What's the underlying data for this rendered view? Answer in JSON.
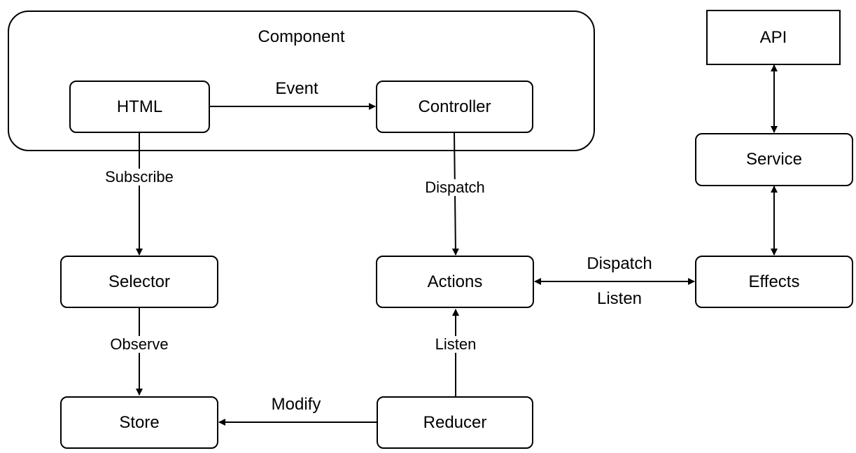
{
  "component": {
    "title": "Component"
  },
  "nodes": {
    "html": "HTML",
    "controller": "Controller",
    "api": "API",
    "service": "Service",
    "selector": "Selector",
    "actions": "Actions",
    "effects": "Effects",
    "store": "Store",
    "reducer": "Reducer"
  },
  "edges": {
    "event": "Event",
    "subscribe": "Subscribe",
    "dispatch_controller": "Dispatch",
    "observe": "Observe",
    "listen_reducer": "Listen",
    "modify": "Modify",
    "dispatch_effects": "Dispatch",
    "listen_effects": "Listen"
  }
}
